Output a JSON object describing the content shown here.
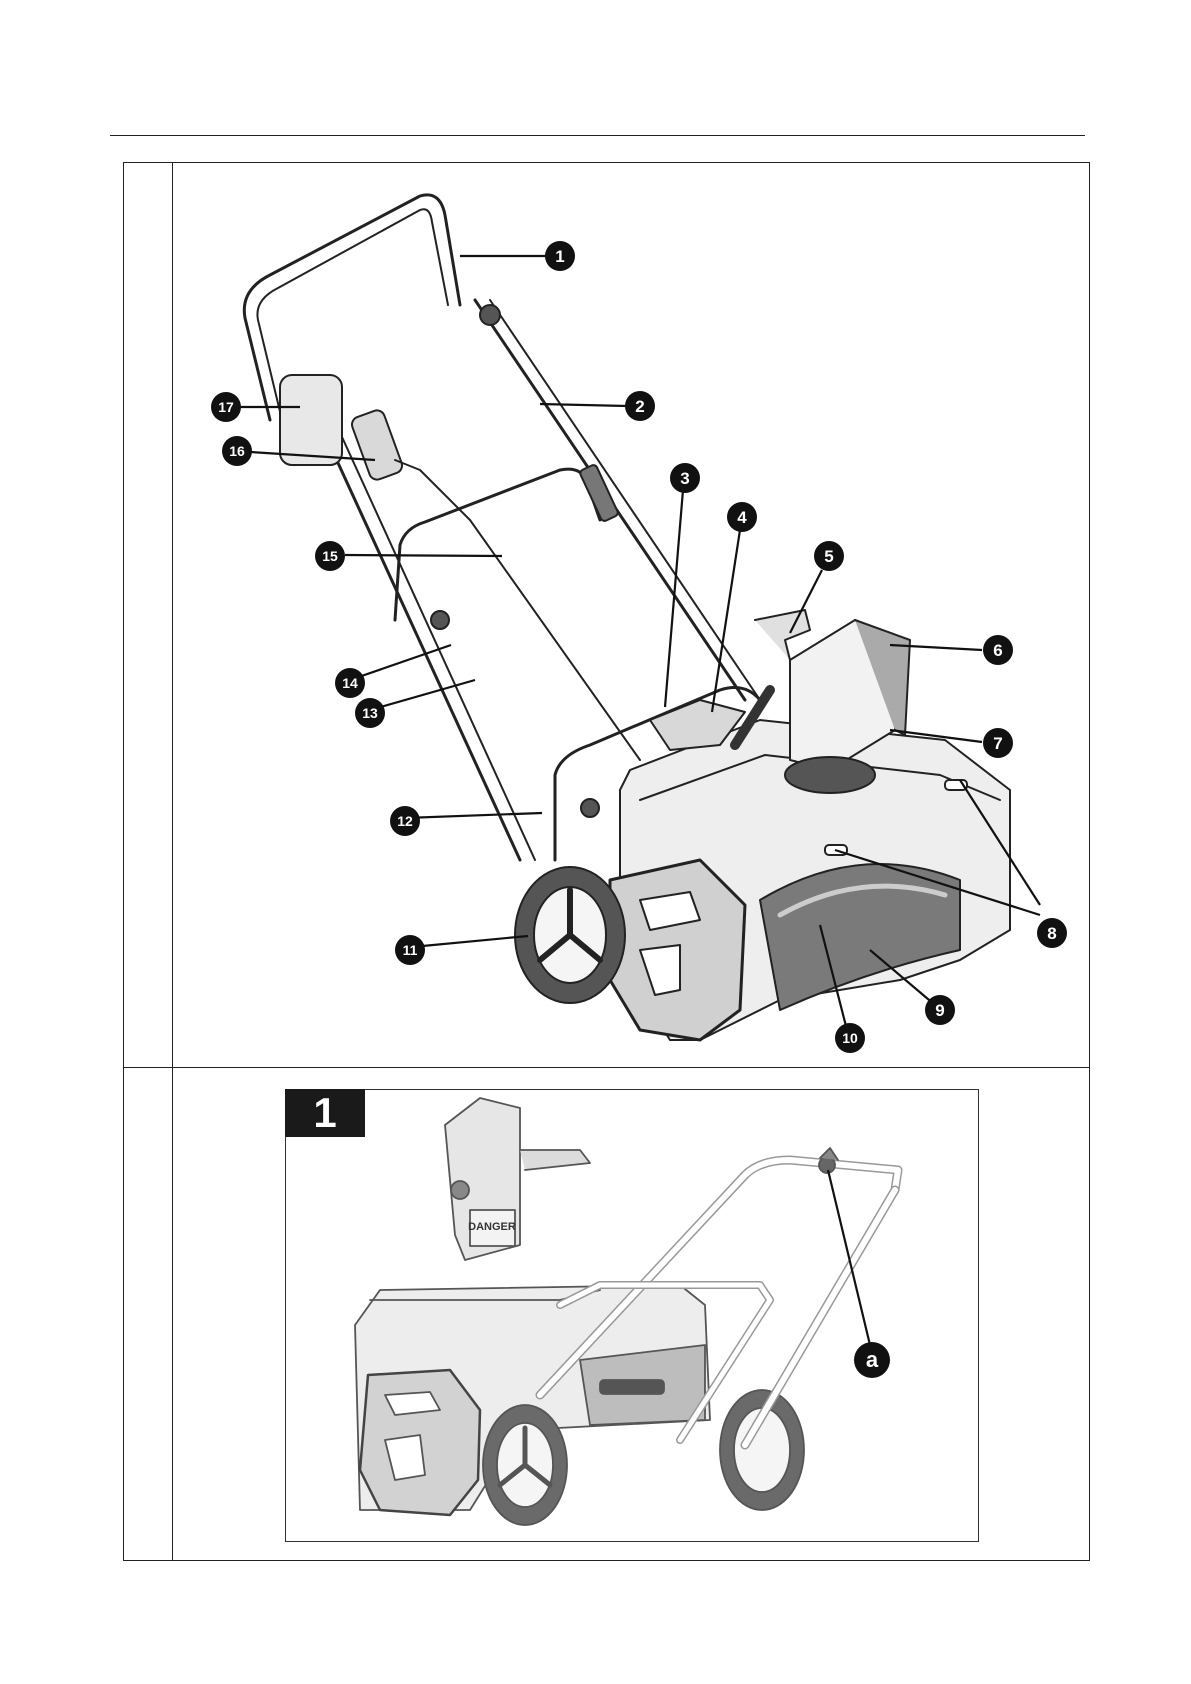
{
  "diagram_top": {
    "callouts": [
      {
        "id": "1",
        "label": "1"
      },
      {
        "id": "2",
        "label": "2"
      },
      {
        "id": "3",
        "label": "3"
      },
      {
        "id": "4",
        "label": "4"
      },
      {
        "id": "5",
        "label": "5"
      },
      {
        "id": "6",
        "label": "6"
      },
      {
        "id": "7",
        "label": "7"
      },
      {
        "id": "8",
        "label": "8"
      },
      {
        "id": "9",
        "label": "9"
      },
      {
        "id": "10",
        "label": "10"
      },
      {
        "id": "11",
        "label": "11"
      },
      {
        "id": "12",
        "label": "12"
      },
      {
        "id": "13",
        "label": "13"
      },
      {
        "id": "14",
        "label": "14"
      },
      {
        "id": "15",
        "label": "15"
      },
      {
        "id": "16",
        "label": "16"
      },
      {
        "id": "17",
        "label": "17"
      }
    ]
  },
  "figure_1": {
    "number": "1",
    "callout": "a",
    "decal_text": "DANGER"
  }
}
